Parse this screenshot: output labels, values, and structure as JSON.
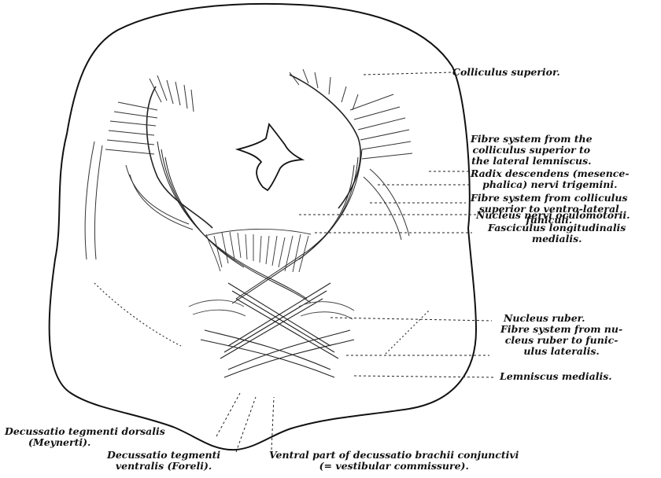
{
  "labels": {
    "colliculus_superior": "Colliculus superior.",
    "fibre_system_lemniscus": [
      "Fibre system from the",
      "colliculus superior to",
      "the lateral lemniscus."
    ],
    "radix_descendens": [
      "Radix descendens (mesence-",
      "phalica) nervi trigemini."
    ],
    "fibre_system_funiculi": [
      "Fibre system from colliculus",
      "superior to ventro-lateral",
      "funiculi."
    ],
    "nucleus_oculomotorii": "Nucleus nervi oculomotorii.",
    "fasciculus_longitudinalis": [
      "Fasciculus longitudinalis",
      "medialis."
    ],
    "nucleus_ruber": "Nucleus ruber.",
    "fibre_system_ruber": [
      "Fibre system from nu-",
      "cleus ruber to funic-",
      "ulus lateralis."
    ],
    "lemniscus_medialis": "Lemniscus medialis.",
    "decussatio_dorsalis": [
      "Decussatio tegmenti dorsalis",
      "(Meynerti)."
    ],
    "decussatio_ventralis": [
      "Decussatio tegmenti",
      "ventralis (Foreli)."
    ],
    "ventral_part": [
      "Ventral part of decussatio brachii conjunctivi",
      "(= vestibular commissure)."
    ]
  }
}
